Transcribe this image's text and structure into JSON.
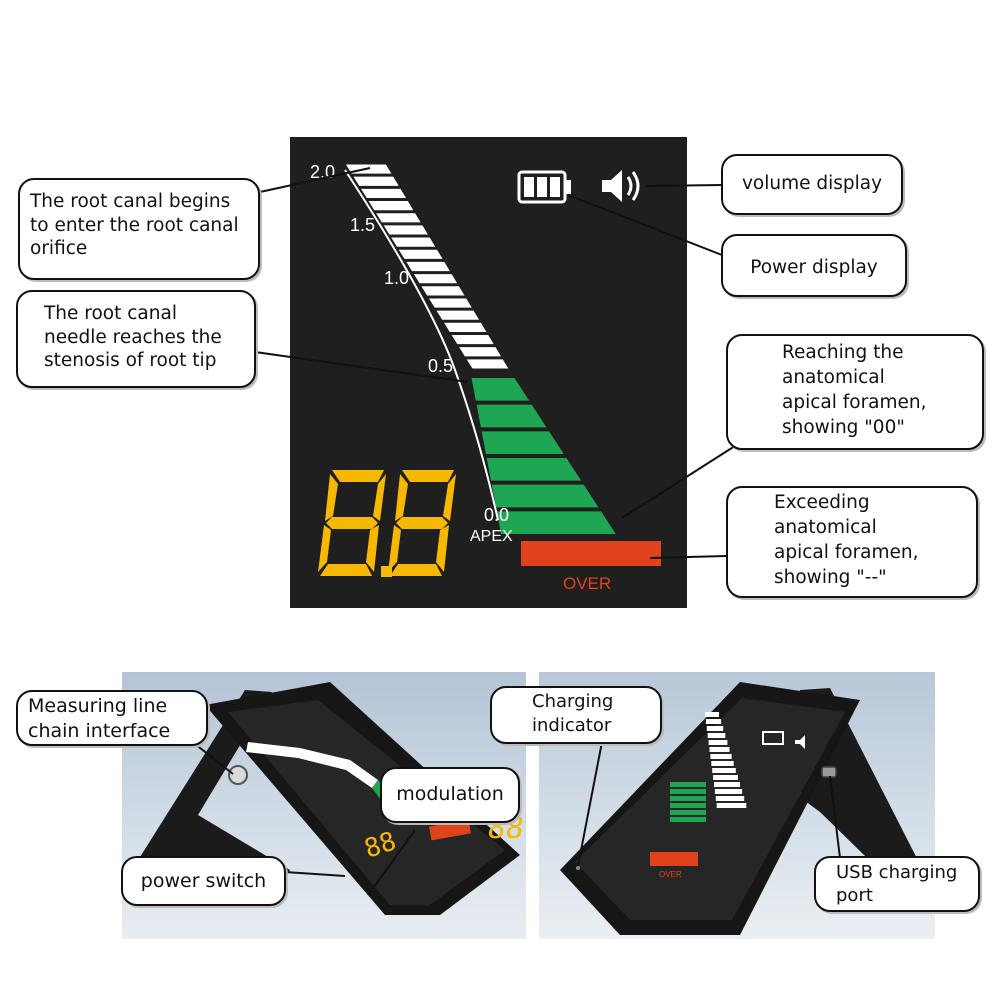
{
  "colors": {
    "lcd_background": "#1f1f1f",
    "scale_white": "#ffffff",
    "scale_green": "#1ea653",
    "scale_over": "#e0431c",
    "digits": "#f6b800",
    "over_text": "#e0431c"
  },
  "lcd": {
    "tick_labels": [
      "2.0",
      "1.5",
      "1.0",
      "0.5",
      "0.0"
    ],
    "apex_label": "APEX",
    "over_label": "OVER",
    "digits": "8.8",
    "battery_icon": "battery-icon",
    "speaker_icon": "speaker-volume-icon",
    "white_bar_count": 17,
    "green_bar_count": 6,
    "over_bar_count": 1
  },
  "callouts": {
    "root_canal_orifice": "The root canal begins\nto enter the root canal\norifice",
    "stenosis": "The root canal\nneedle reaches the\nstenosis of root tip",
    "volume": "volume display",
    "power": "Power display",
    "apical_foramen": "Reaching the\nanatomical\napical foramen,\nshowing \"00\"",
    "exceeding": "Exceeding\nanatomical\napical foramen,\nshowing \"--\"",
    "measuring_line": "Measuring line\nchain interface",
    "modulation": "modulation",
    "power_switch": "power switch",
    "charging_indicator": "Charging\nindicator",
    "usb_port": "USB charging\nport"
  }
}
